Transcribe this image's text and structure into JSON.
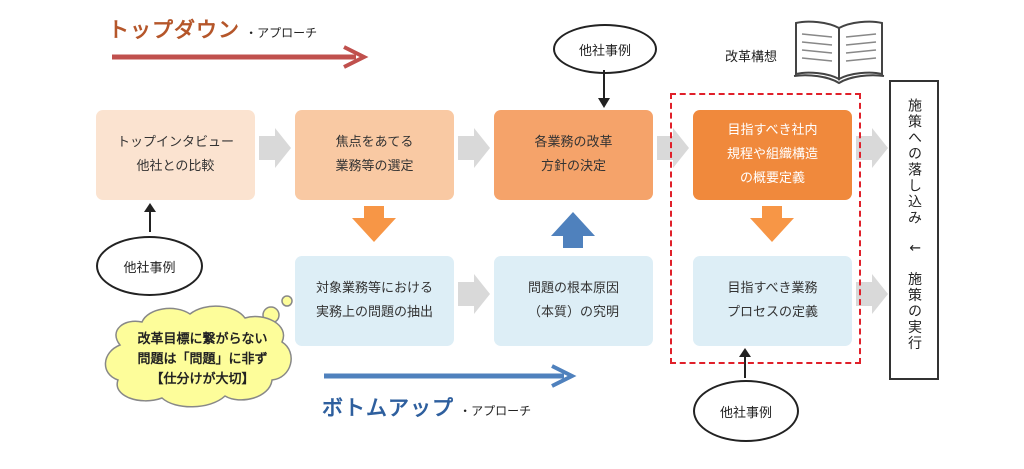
{
  "top_down": {
    "title": "トップダウン",
    "suffix": "・アプローチ",
    "color": "#c0504d"
  },
  "bottom_up": {
    "title": "ボトムアップ",
    "suffix": "・アプローチ",
    "color": "#4f81bd"
  },
  "book_label": "改革構想",
  "boxes": {
    "interview": "トップインタビュー\n他社との比較",
    "focus": "焦点をあてる\n業務等の選定",
    "policy_decision": "各業務の改革\n方針の決定",
    "target_rules": "目指すべき社内\n規程や組織構造\nの概要定義",
    "extract": "対象業務等における\n実務上の問題の抽出",
    "root_cause": "問題の根本原因\n（本質）の究明",
    "target_process": "目指すべき業務\nプロセスの定義"
  },
  "ovals": {
    "case_top": "他社事例",
    "case_left": "他社事例",
    "case_bottom": "他社事例"
  },
  "cloud": {
    "line1": "改革目標に繋がらない",
    "line2": "問題は「問題」に非ず",
    "line3": "【仕分けが大切】"
  },
  "policy_column": "施策への落し込み　↓　施策の実行",
  "colors": {
    "grey_arrow": "#d9d9d9",
    "orange_arrow": "#f79646",
    "blue_arrow": "#4f81bd",
    "dashed_frame": "#e0202a"
  }
}
